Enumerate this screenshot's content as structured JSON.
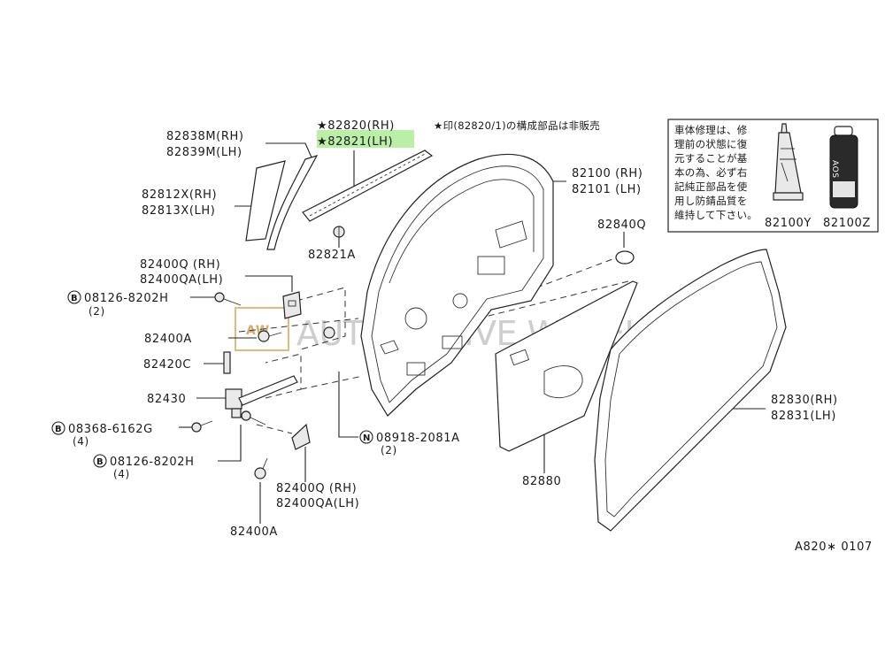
{
  "diagram": {
    "code": "A820∗ 0107",
    "watermark_text": "AUTOMOTIVE WAREHOUSE",
    "watermark_logo": "AW",
    "highlight_color": "#b9f0a6",
    "note_star": "★印(82820/1)の構成部品は非販売",
    "repair_note_lines": [
      "車体修理は、修",
      "理前の状態に復",
      "元することが基",
      "本の為、必ず右",
      "記純正部品を使",
      "用し防錆品質を",
      "維持して下さい。"
    ],
    "can_label": "AOS",
    "labels": {
      "p82820": "★82820(RH)",
      "p82821": "★82821(LH)",
      "p82838m": "82838M(RH)",
      "p82839m": "82839M(LH)",
      "p82812x": "82812X(RH)",
      "p82813x": "82813X(LH)",
      "p82821a": "82821A",
      "p82100": "82100 (RH)",
      "p82101": "82101 (LH)",
      "p82840q": "82840Q",
      "p82400q_top": "82400Q (RH)",
      "p82400qa_top": "82400QA(LH)",
      "p08126_top": "08126-8202H",
      "p08126_top_qty": "(2)",
      "p82400a_mid": "82400A",
      "p82420c": "82420C",
      "p82430": "82430",
      "p08368": "08368-6162G",
      "p08368_qty": "(4)",
      "p08126_bot": "08126-8202H",
      "p08126_bot_qty": "(4)",
      "p08918": "08918-2081A",
      "p08918_qty": "(2)",
      "p82400q_bot": "82400Q (RH)",
      "p82400qa_bot": "82400QA(LH)",
      "p82400a_bot": "82400A",
      "p82880": "82880",
      "p82830": "82830(RH)",
      "p82831": "82831(LH)",
      "p82100y": "82100Y",
      "p82100z": "82100Z",
      "circle_b": "B",
      "circle_n": "N"
    }
  }
}
